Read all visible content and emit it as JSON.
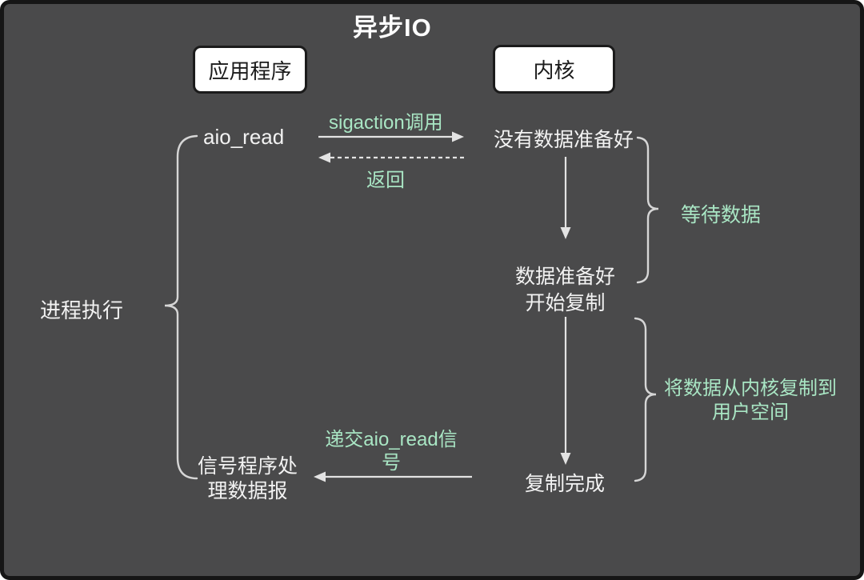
{
  "title": "异步IO",
  "columns": {
    "application": "应用程序",
    "kernel": "内核"
  },
  "nodes": {
    "aio_read": "aio_read",
    "no_data": "没有数据准备好",
    "data_ready_line1": "数据准备好",
    "data_ready_line2": "开始复制",
    "copy_done": "复制完成",
    "signal_handler_line1": "信号程序处",
    "signal_handler_line2": "理数据报",
    "process_exec": "进程执行"
  },
  "edges": {
    "sigaction_call": "sigaction调用",
    "return_label": "返回",
    "deliver_signal_line1": "递交aio_read信",
    "deliver_signal_line2": "号"
  },
  "annotations": {
    "wait_data": "等待数据",
    "copy_line1": "将数据从内核复制到",
    "copy_line2": "用户空间"
  },
  "colors": {
    "background": "#4a4a4b",
    "accent_green": "#a9e6c4",
    "line": "#e3e3e3",
    "brace": "#d6d6d6"
  }
}
